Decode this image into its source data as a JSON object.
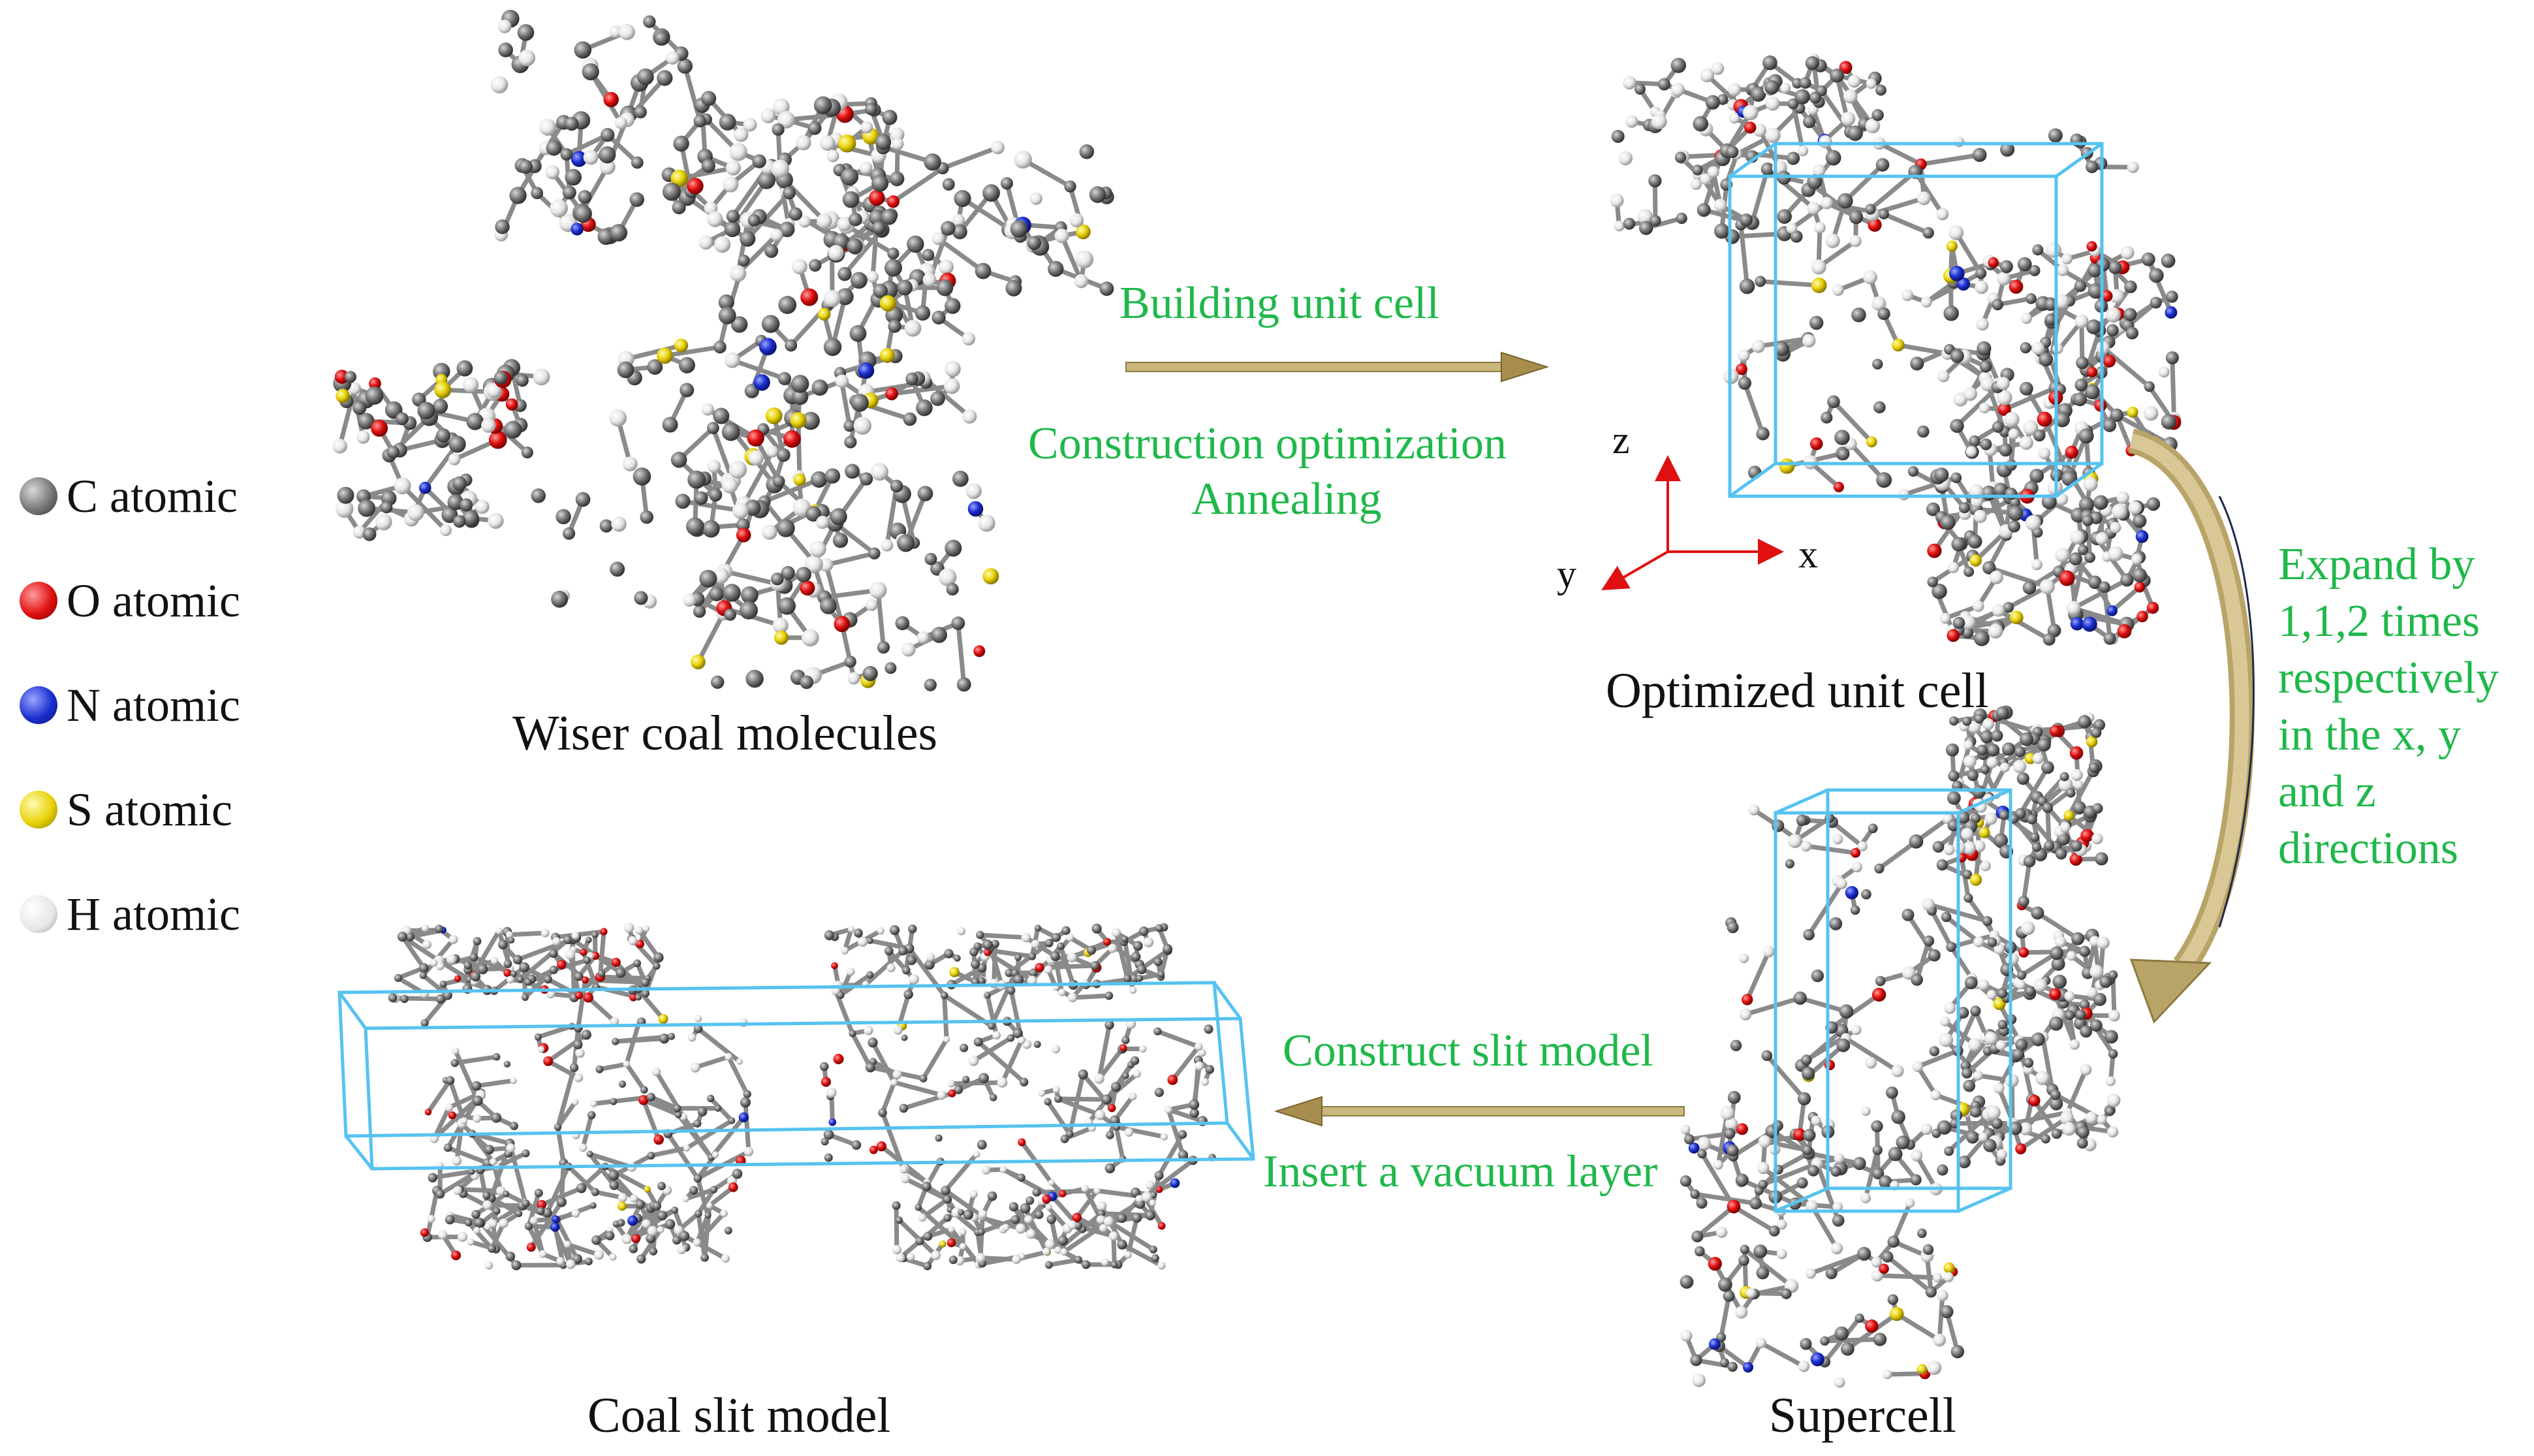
{
  "legend": [
    {
      "label": "C atomic",
      "color": "#6e6e6e"
    },
    {
      "label": "O  atomic",
      "color": "#e01010"
    },
    {
      "label": "N atomic",
      "color": "#1a2fd0"
    },
    {
      "label": "S atomic",
      "color": "#e8d20a"
    },
    {
      "label": "H atomic",
      "color": "#f2f2f2"
    }
  ],
  "captions": {
    "molecules": "Wiser coal molecules",
    "optimized": "Optimized unit cell",
    "supercell": "Supercell",
    "slit": "Coal slit model"
  },
  "steps": {
    "build": "Building unit cell",
    "optimize_1": "Construction optimization",
    "optimize_2": "Annealing",
    "expand": [
      "Expand by",
      "1,1,2 times",
      "respectively",
      "in the x, y",
      "and z",
      "directions"
    ],
    "slit_1": "Construct slit model",
    "slit_2": "Insert a vacuum layer"
  },
  "axes": {
    "x": "x",
    "y": "y",
    "z": "z"
  },
  "colors": {
    "carbon": "#7a7a7a",
    "oxygen": "#e01010",
    "nitrogen": "#1a2fd0",
    "sulfur": "#e8d20a",
    "hydrogen": "#f4f4f4",
    "cell_box": "#56c3f0",
    "arrow": "#b9a468",
    "step_text": "#1fb84a"
  }
}
